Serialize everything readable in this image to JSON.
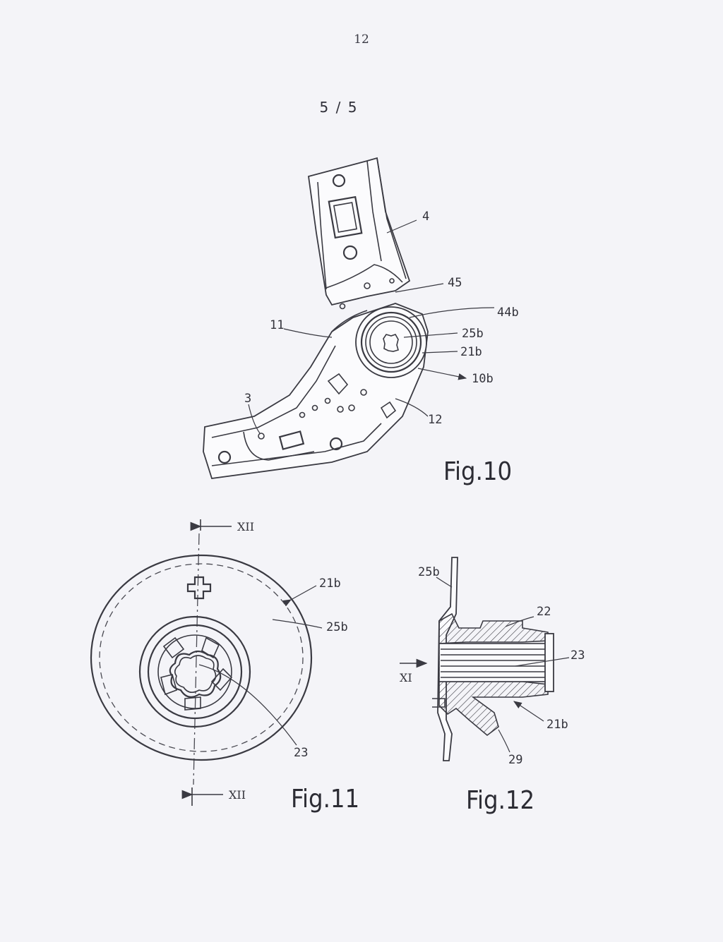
{
  "header": {
    "page_number": "12",
    "sheet_number": "5 / 5"
  },
  "figures": {
    "fig10": {
      "caption": "Fig.10",
      "labels": {
        "l4": "4",
        "l45": "45",
        "l44b": "44b",
        "l11": "11",
        "l25b": "25b",
        "l21b": "21b",
        "l10b": "10b",
        "l3": "3",
        "l12": "12"
      }
    },
    "fig11": {
      "caption": "Fig.11",
      "section_marker_top": "XII",
      "section_marker_bottom": "XII",
      "labels": {
        "l21b": "21b",
        "l25b": "25b",
        "l23": "23"
      }
    },
    "fig12": {
      "caption": "Fig.12",
      "view_marker": "XI",
      "labels": {
        "l25b": "25b",
        "l22": "22",
        "l23": "23",
        "l21b": "21b",
        "l29": "29"
      }
    }
  }
}
